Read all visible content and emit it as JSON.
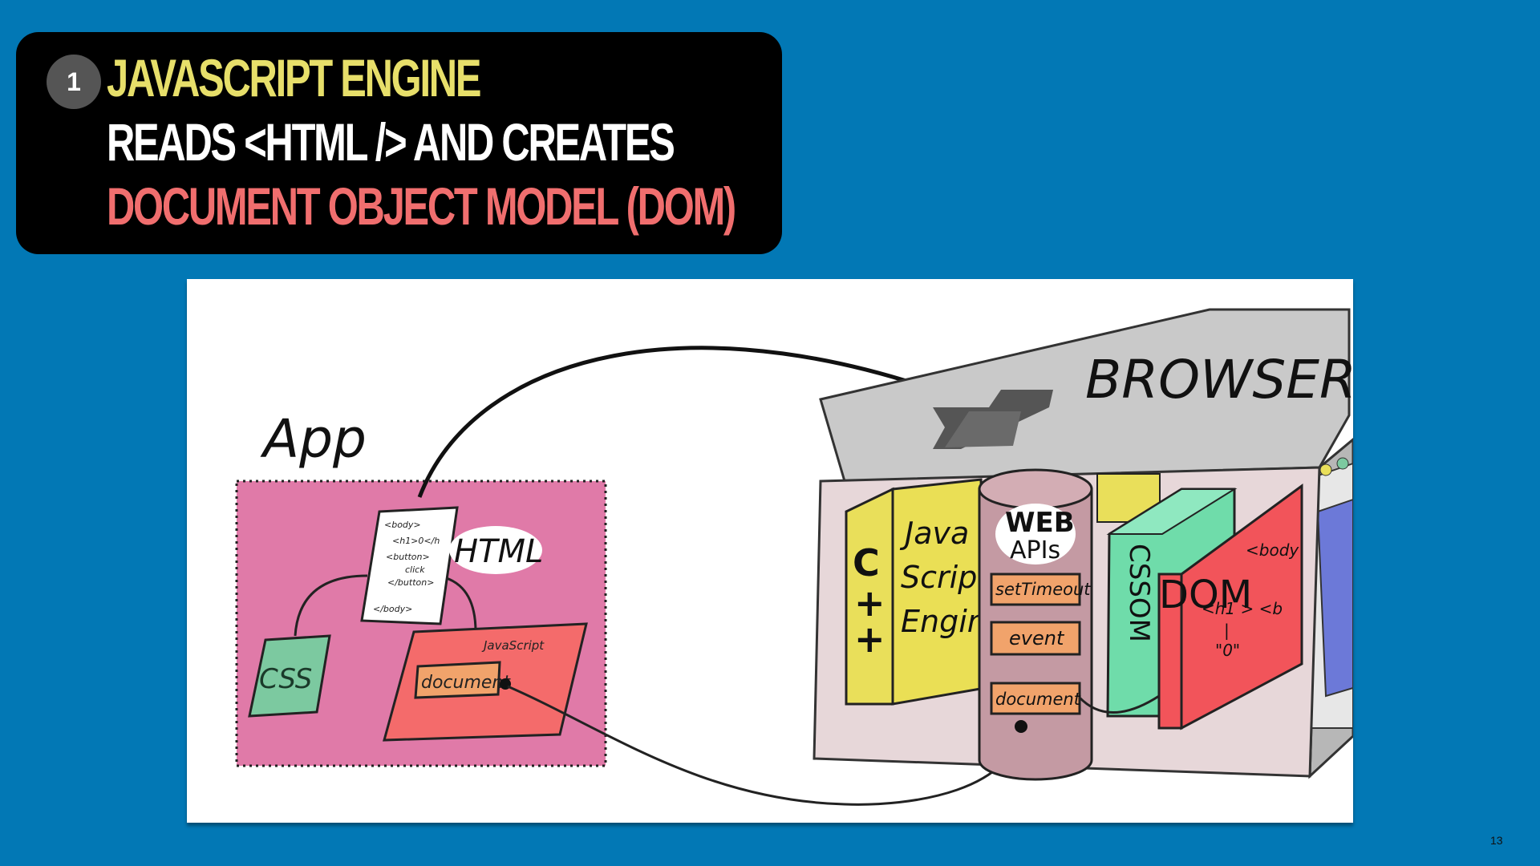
{
  "slide": {
    "step_number": "1",
    "title_lines": [
      "JAVASCRIPT ENGINE",
      "READS <HTML /> AND CREATES",
      "DOCUMENT OBJECT MODEL (DOM)"
    ],
    "page_number": "13"
  },
  "diagram": {
    "app_label": "App",
    "html_label": "HTML",
    "html_code_lines": [
      "<body>",
      "<h1>0</h",
      "<button>",
      "click",
      "</button>",
      "</body>"
    ],
    "css_label": "CSS",
    "javascript_label": "JavaScript",
    "document_label": "document",
    "browser_label": "BROWSER",
    "cpp_label": [
      "C",
      "+",
      "+"
    ],
    "js_engine_label": [
      "Java",
      "Script",
      "Engine"
    ],
    "web_apis_label": [
      "WEB",
      "APIs"
    ],
    "api_items": [
      "setTimeout",
      "event",
      "document"
    ],
    "cssom_label": "CSSOM",
    "dom_label": "DOM",
    "dom_code_lines": [
      "<body",
      "<h1 > <b",
      "|",
      "\"0\""
    ],
    "colors": {
      "background": "#0278b5",
      "title_yellow": "#e7df6a",
      "title_red": "#f06e6e",
      "app_pink": "#e07aa8",
      "css_green": "#7cc9a0",
      "js_red": "#f46b6b",
      "doc_orange": "#f1a36b",
      "browser_gray": "#c9c9c9",
      "engine_yellow": "#e9df5a",
      "webapi_mauve": "#c49aa3",
      "cssom_green": "#6fdcaa",
      "dom_red": "#f2545a",
      "screen_blue": "#6c79d8"
    }
  }
}
